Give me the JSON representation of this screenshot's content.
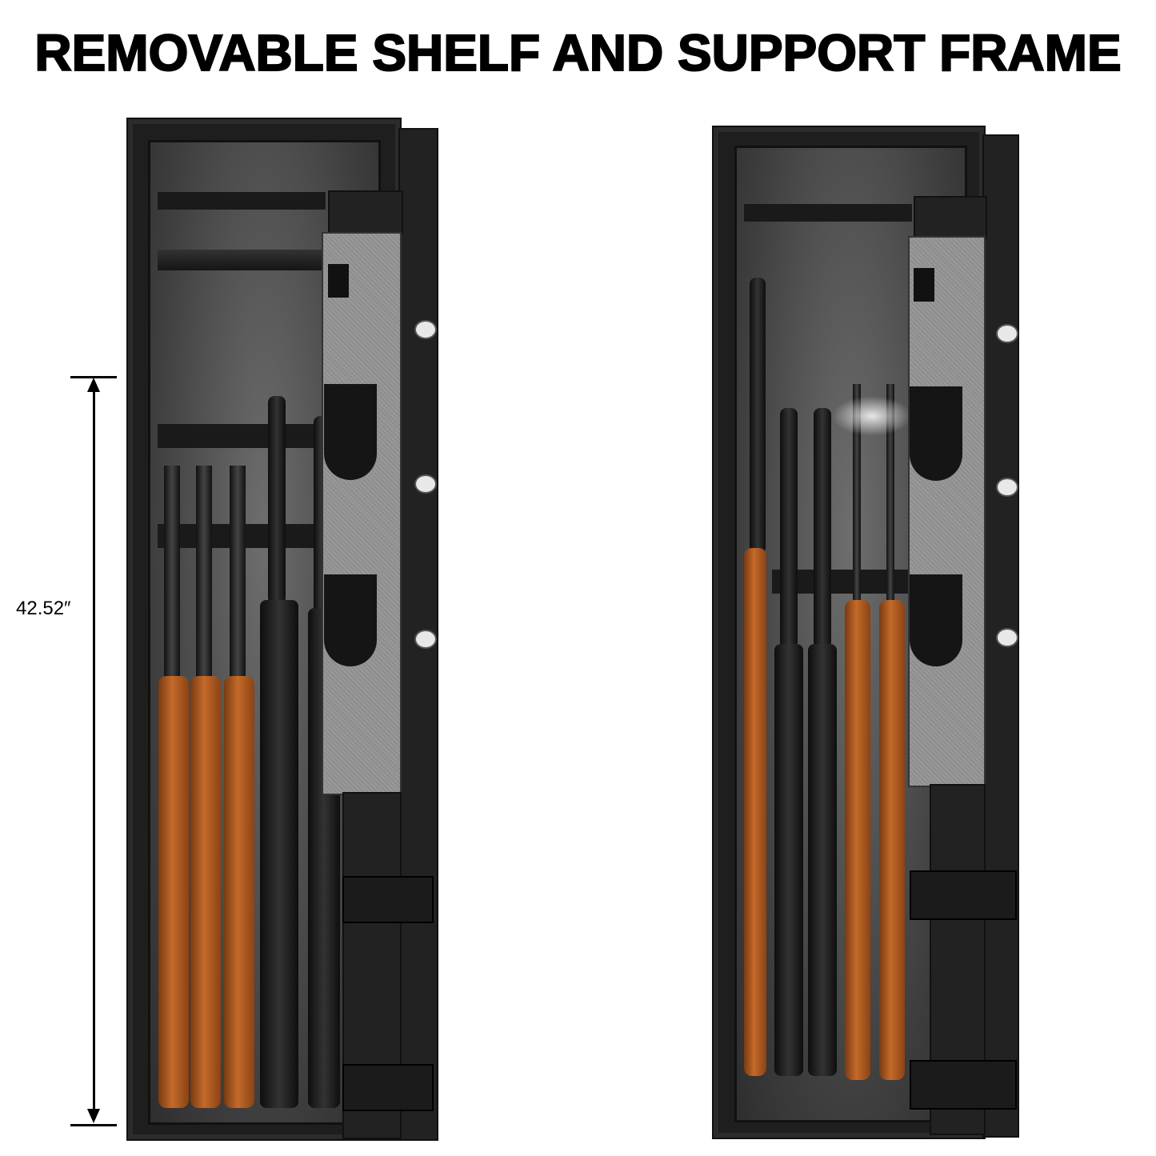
{
  "headline": "REMOVABLE SHELF AND SUPPORT FRAME",
  "dimension": {
    "label": "42.52″"
  },
  "colors": {
    "safe_body": "#1e1e1e",
    "felt_lining": "#8d8d8d",
    "wood_stock": "#c46a2a"
  },
  "panels": [
    {
      "description_name": "with-shelf-and-frame"
    },
    {
      "description_name": "shelf-and-frame-removed"
    }
  ]
}
